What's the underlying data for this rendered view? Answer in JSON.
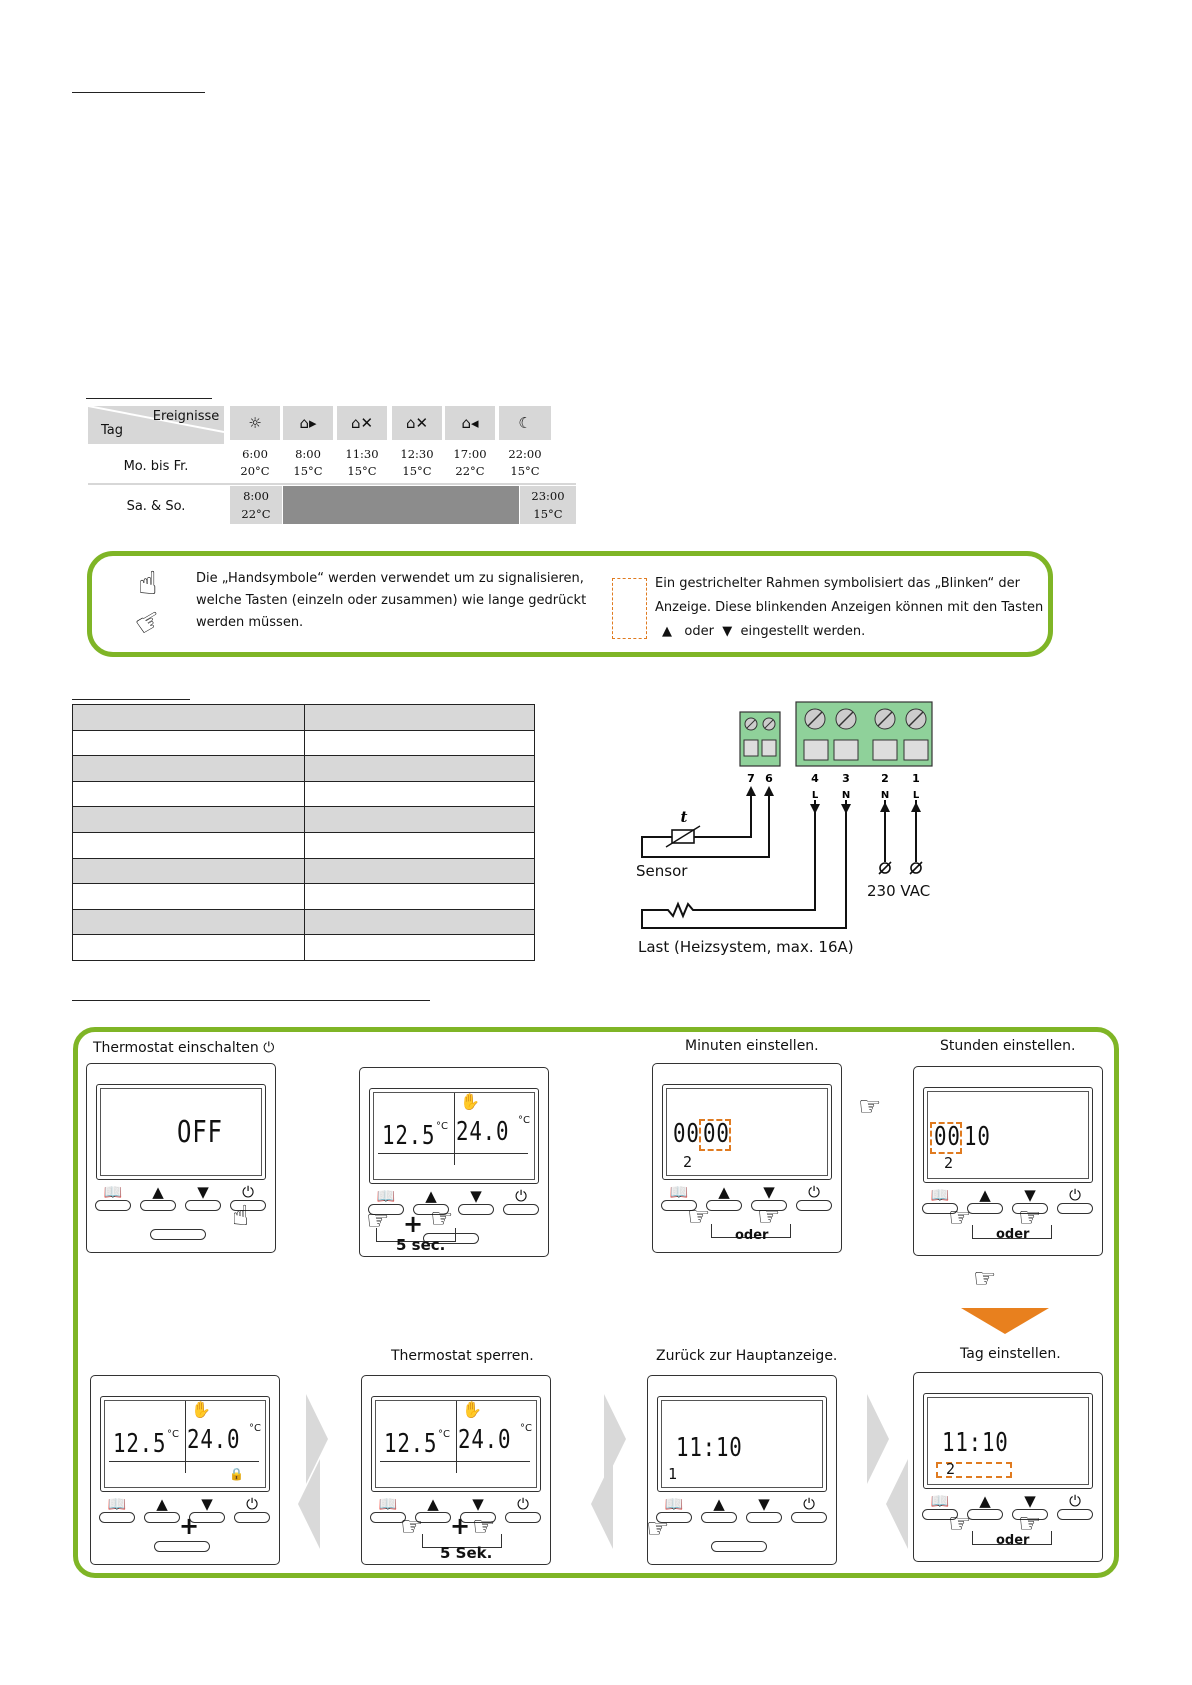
{
  "schedule": {
    "header_event": "Ereignisse",
    "header_day": "Tag",
    "event_icons": [
      "sun-icon",
      "house-leave-icon",
      "house-away-icon",
      "house-return-lunch-icon",
      "house-return-icon",
      "moon-icon"
    ],
    "event_glyphs": [
      "☼",
      "⌂▸",
      "⌂✕",
      "⌂✕",
      "⌂◂",
      "☾"
    ],
    "rows": [
      {
        "day": "Mo. bis Fr.",
        "times": [
          "6:00",
          "8:00",
          "11:30",
          "12:30",
          "17:00",
          "22:00"
        ],
        "temps": [
          "20°C",
          "15°C",
          "15°C",
          "15°C",
          "22°C",
          "15°C"
        ]
      },
      {
        "day": "Sa. & So.",
        "times": [
          "8:00",
          "23:00"
        ],
        "temps": [
          "22°C",
          "15°C"
        ]
      }
    ]
  },
  "legend": {
    "hand_text": "Die „Handsymbole“ werden verwendet um zu signalisieren, welche Tasten (einzeln oder zusammen) wie lange gedrückt werden müssen.",
    "hand_lines": [
      "Die „Handsymbole“ werden verwendet um zu signalisieren,",
      "welche Tasten (einzeln oder zusammen) wie lange gedrückt",
      "werden müssen."
    ],
    "frame_lines": [
      "Ein gestrichelter Rahmen symbolisiert das „Blinken“ der",
      "Anzeige. Diese blinkenden Anzeigen können mit den Tasten"
    ],
    "frame_line3_up": "▲",
    "frame_line3_or": "oder",
    "frame_line3_down": "▼",
    "frame_line3_end": "eingestellt werden."
  },
  "wiring": {
    "terminals_left": [
      "7",
      "6"
    ],
    "terminals_right": [
      "4",
      "3",
      "2",
      "1"
    ],
    "terminal_letters": [
      "L",
      "N",
      "N",
      "L"
    ],
    "sensor_symbol": "t",
    "sensor_label": "Sensor",
    "supply_label": "230 VAC",
    "load_label": "Last (Heizsystem, max. 16A)"
  },
  "steps": {
    "s1_title": "Thermostat einschalten",
    "s1_display": "OFF",
    "s2_display_left": "12.5",
    "s2_display_right": "24.0",
    "s2_note": "5 sec.",
    "s3_title": "Minuten einstellen.",
    "s3_hours": "00",
    "s3_minutes": "00",
    "s3_day": "2",
    "s3_or": "oder",
    "s4_title": "Stunden einstellen.",
    "s4_hours": "00",
    "s4_minutes": "10",
    "s4_day": "2",
    "s4_or": "oder",
    "s5_title": "Tag einstellen.",
    "s5_time": "11:10",
    "s5_day": "2",
    "s5_or": "oder",
    "s6_title": "Zurück zur Hauptanzeige.",
    "s6_time": "11:10",
    "s6_day": "1",
    "s7_title": "Thermostat sperren.",
    "s7_display_left": "12.5",
    "s7_display_right": "24.0",
    "s7_note": "5 Sek.",
    "s8_display_left": "12.5",
    "s8_display_right": "24.0",
    "unit_c": "°C",
    "button_icons": [
      "book-icon",
      "up-icon",
      "down-icon",
      "power-icon"
    ],
    "button_glyphs": [
      "📖",
      "▲",
      "▼",
      "⏻"
    ],
    "plus": "+"
  }
}
